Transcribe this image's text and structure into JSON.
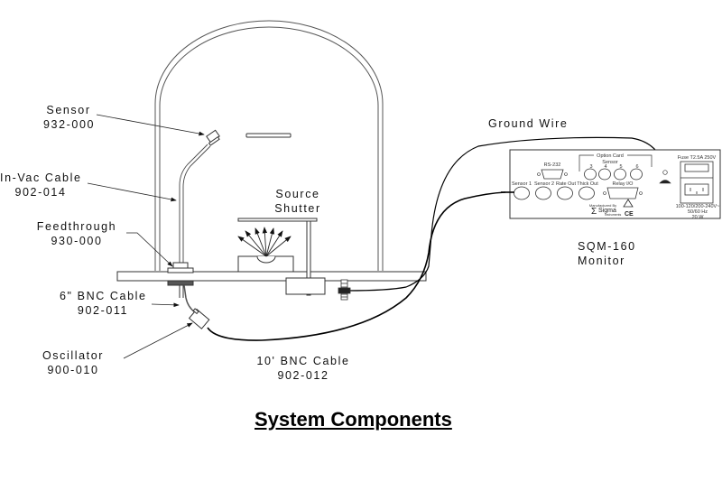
{
  "title": "System Components",
  "labels": {
    "sensor": {
      "name": "Sensor",
      "part": "932-000"
    },
    "in_vac_cable": {
      "name": "In-Vac Cable",
      "part": "902-014"
    },
    "feedthrough": {
      "name": "Feedthrough",
      "part": "930-000"
    },
    "bnc_6": {
      "name": "6\" BNC Cable",
      "part": "902-011"
    },
    "oscillator": {
      "name": "Oscillator",
      "part": "900-010"
    },
    "bnc_10": {
      "name": "10' BNC Cable",
      "part": "902-012"
    },
    "source_shutter": {
      "line1": "Source",
      "line2": "Shutter"
    },
    "ground_wire": "Ground Wire",
    "monitor": {
      "name": "SQM-160",
      "sub": "Monitor"
    }
  },
  "monitor_panel": {
    "rs232": "RS-232",
    "option_card": "Option Card",
    "option_sensor": "Sensor",
    "option_ports": [
      "3",
      "4",
      "5",
      "6"
    ],
    "ports": [
      "Sensor 1",
      "Sensor 2",
      "Rate Out",
      "Thick Out"
    ],
    "relay": "Relay I/O",
    "fuse": "Fuse T2.5A 250V",
    "power": [
      "100-120/200-240V~",
      "50/60 Hz",
      "20 W"
    ],
    "brand_top": "Manufactured By",
    "brand": "Sigma",
    "brand_sub": "Instruments",
    "ce": "CE"
  }
}
